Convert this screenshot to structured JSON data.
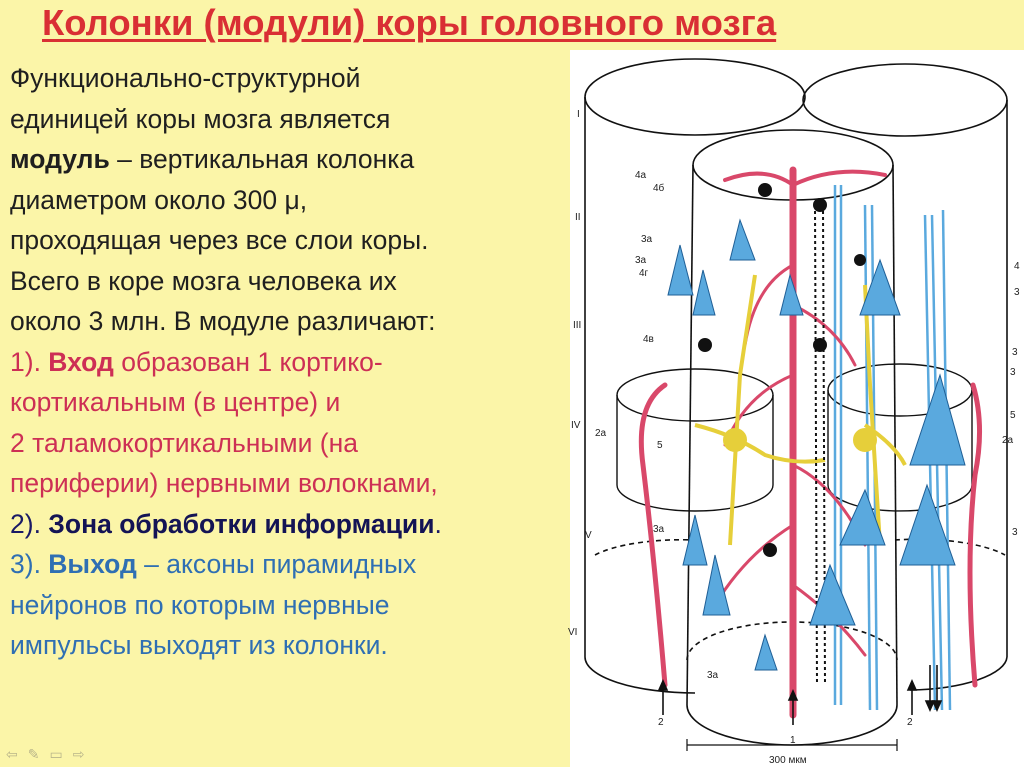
{
  "title": "Колонки (модули) коры головного мозга",
  "para": {
    "line1": "Функционально-структурной",
    "line2": "единицей коры мозга является",
    "line3_bold": "модуль",
    "line3_rest": " – вертикальная колонка",
    "line4": "диаметром около 300 μ,",
    "line5": "проходящая через все слои коры.",
    "line6": "Всего в коре мозга человека их",
    "line7": "около 3 млн. В модуле различают:",
    "line8_num": "1). ",
    "line8_bold": "Вход",
    "line8_rest": " образован 1 кортико-",
    "line9": "кортикальным (в центре) и",
    "line10": "2 таламокортикальными (на",
    "line11": "периферии) нервными волокнами,",
    "line12_num": "2). ",
    "line12_bold": "Зона обработки информации",
    "line12_dot": ".",
    "line13_num": "3). ",
    "line13_bold": "Выход",
    "line13_rest": " – аксоны пирамидных",
    "line14": "нейронов по которым нервные",
    "line15": "импульсы выходят из колонки."
  },
  "diagram": {
    "layers": [
      "I",
      "II",
      "III",
      "IV",
      "V",
      "VI"
    ],
    "labels": {
      "l4a": "4а",
      "l4b": "4б",
      "l3a_1": "3а",
      "l3a_2": "3а",
      "l4g": "4г",
      "l4v": "4в",
      "l2a_left": "2а",
      "l5": "5",
      "l3a_3": "3а",
      "l3a_4": "3а",
      "r4": "4",
      "r3_1": "3",
      "r3_2": "3",
      "r3_3": "3",
      "r5": "5",
      "r2a": "2а",
      "r3_4": "3",
      "b2_left": "2",
      "b2_right": "2",
      "b1": "1",
      "scale": "300 мкм"
    }
  },
  "colors": {
    "title": "#d92f34",
    "panel": "#fbf5a8",
    "red": "#cd2f55",
    "navy": "#141455",
    "blue": "#2f6fb3",
    "fiber_red": "#d9486a",
    "fiber_yellow": "#e6cf3a",
    "neuron_blue": "#5aa9de"
  },
  "icons": [
    "arrow-left-icon",
    "pencil-icon",
    "menu-icon",
    "arrow-right-icon"
  ]
}
